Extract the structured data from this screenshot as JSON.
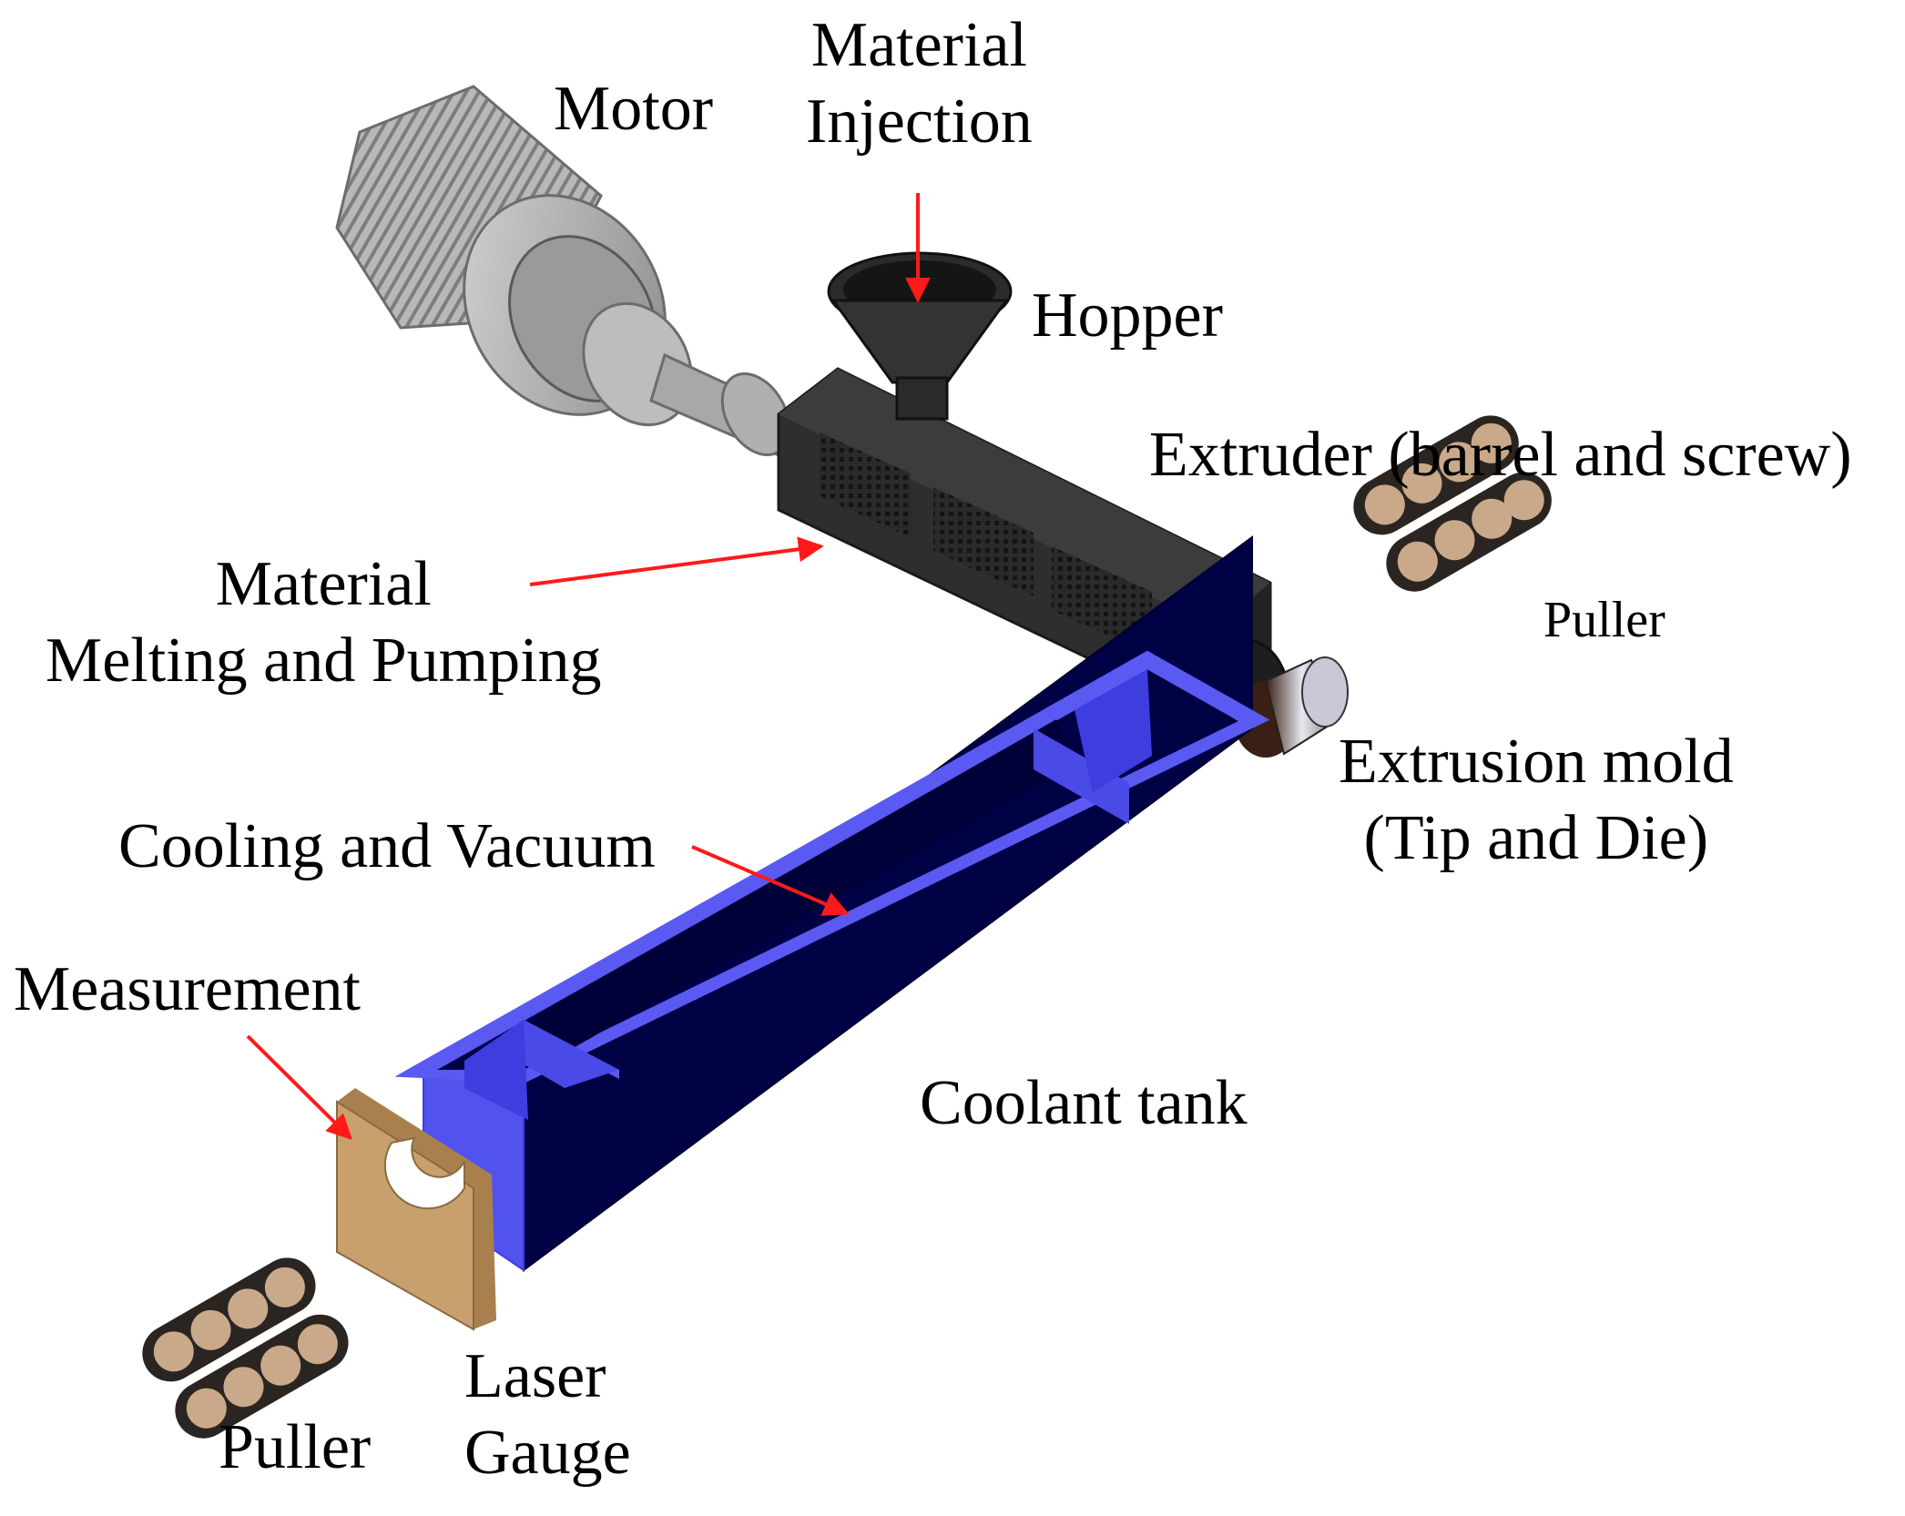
{
  "labels": {
    "material_injection": [
      "Material",
      "Injection"
    ],
    "motor": "Motor",
    "hopper": "Hopper",
    "extruder": "Extruder (barrel and screw)",
    "puller_top": "Puller",
    "material_melting": [
      "Material",
      "Melting and Pumping"
    ],
    "extrusion_mold": [
      "Extrusion mold",
      "(Tip and Die)"
    ],
    "cooling_vacuum": "Cooling and Vacuum",
    "measurement": "Measurement",
    "coolant_tank": "Coolant tank",
    "laser_gauge": [
      "Laser",
      "Gauge"
    ],
    "puller_bottom": "Puller"
  },
  "colors": {
    "arrow": "#ff1a1a",
    "tank_frame": "#5252ee",
    "tank_dark": "#000045",
    "extruder_body": "#2e2e2e",
    "motor_gray": "#a8a8a8",
    "gauge": "#c8a06e",
    "puller_track": "#2b2522",
    "puller_roller": "#c9a98a"
  }
}
